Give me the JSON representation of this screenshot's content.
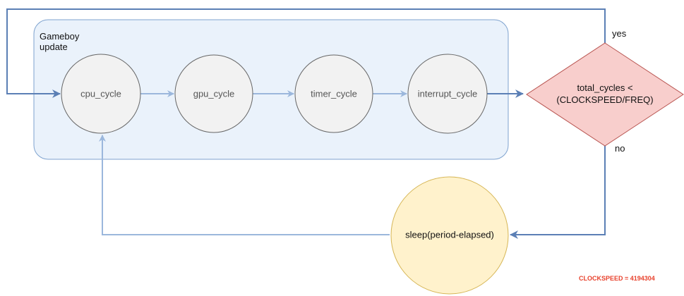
{
  "diagram": {
    "group": {
      "label_line1": "Gameboy",
      "label_line2": "update"
    },
    "nodes": {
      "cpu": "cpu_cycle",
      "gpu": "gpu_cycle",
      "timer": "timer_cycle",
      "interrupt": "interrupt_cycle",
      "decision_line1": "total_cycles <",
      "decision_line2": "(CLOCKSPEED/FREQ)",
      "sleep": "sleep(period-elapsed)"
    },
    "edges": {
      "yes": "yes",
      "no": "no"
    },
    "footnote": "CLOCKSPEED = 4194304",
    "colors": {
      "group_fill": "#eaf2fb",
      "group_stroke": "#7fa3cf",
      "node_fill": "#f2f2f2",
      "node_stroke": "#666666",
      "decision_fill": "#f8cecc",
      "decision_stroke": "#b85450",
      "sleep_fill": "#fff2cc",
      "sleep_stroke": "#d6b656",
      "arrow_light": "#9bb7dc",
      "arrow_dark": "#5b7fb5",
      "footnote": "#e8412c"
    }
  }
}
